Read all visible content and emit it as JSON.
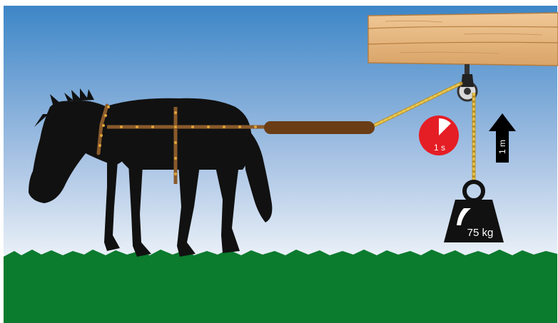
{
  "diagram": {
    "timer_label": "1 s",
    "arrow_label": "1 m",
    "weight_label": "75 kg",
    "timer_fraction": 0.125
  },
  "colors": {
    "sky_top": "#3d86c7",
    "sky_bottom": "#e6eef7",
    "grass": "#0b7b2e",
    "horse": "#111111",
    "harness": "#8a5a2b",
    "rivet": "#e0a43a",
    "rope": "#e2c24a",
    "beam": "#e6b87c",
    "timer": "#e51e25",
    "weight": "#111111"
  },
  "icons": [
    "horse-silhouette-icon",
    "pulley-icon",
    "timer-icon",
    "up-arrow-icon",
    "weight-icon"
  ]
}
